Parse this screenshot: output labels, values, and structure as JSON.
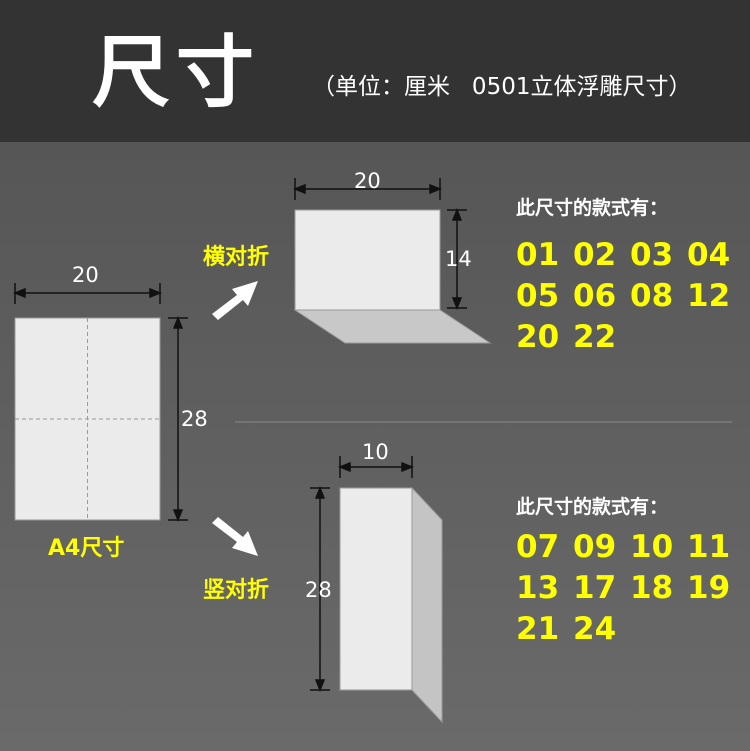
{
  "header": {
    "title": "尺寸",
    "subtitle": "（单位：厘米   0501立体浮雕尺寸）"
  },
  "a4": {
    "label": "A4尺寸",
    "width": "20",
    "height": "28"
  },
  "horizontal_fold": {
    "label": "横对折",
    "width": "20",
    "height": "14",
    "styles_heading": "此尺寸的款式有：",
    "codes": [
      "01",
      "02",
      "03",
      "04",
      "05",
      "06",
      "08",
      "12",
      "20",
      "22"
    ]
  },
  "vertical_fold": {
    "label": "竖对折",
    "width": "10",
    "height": "28",
    "styles_heading": "此尺寸的款式有：",
    "codes": [
      "07",
      "09",
      "10",
      "11",
      "13",
      "17",
      "18",
      "19",
      "21",
      "24"
    ]
  },
  "colors": {
    "accent": "#ffff00",
    "header_bg": "#333333",
    "paper": "#ebebeb",
    "paper_side": "#c4c4c4"
  }
}
